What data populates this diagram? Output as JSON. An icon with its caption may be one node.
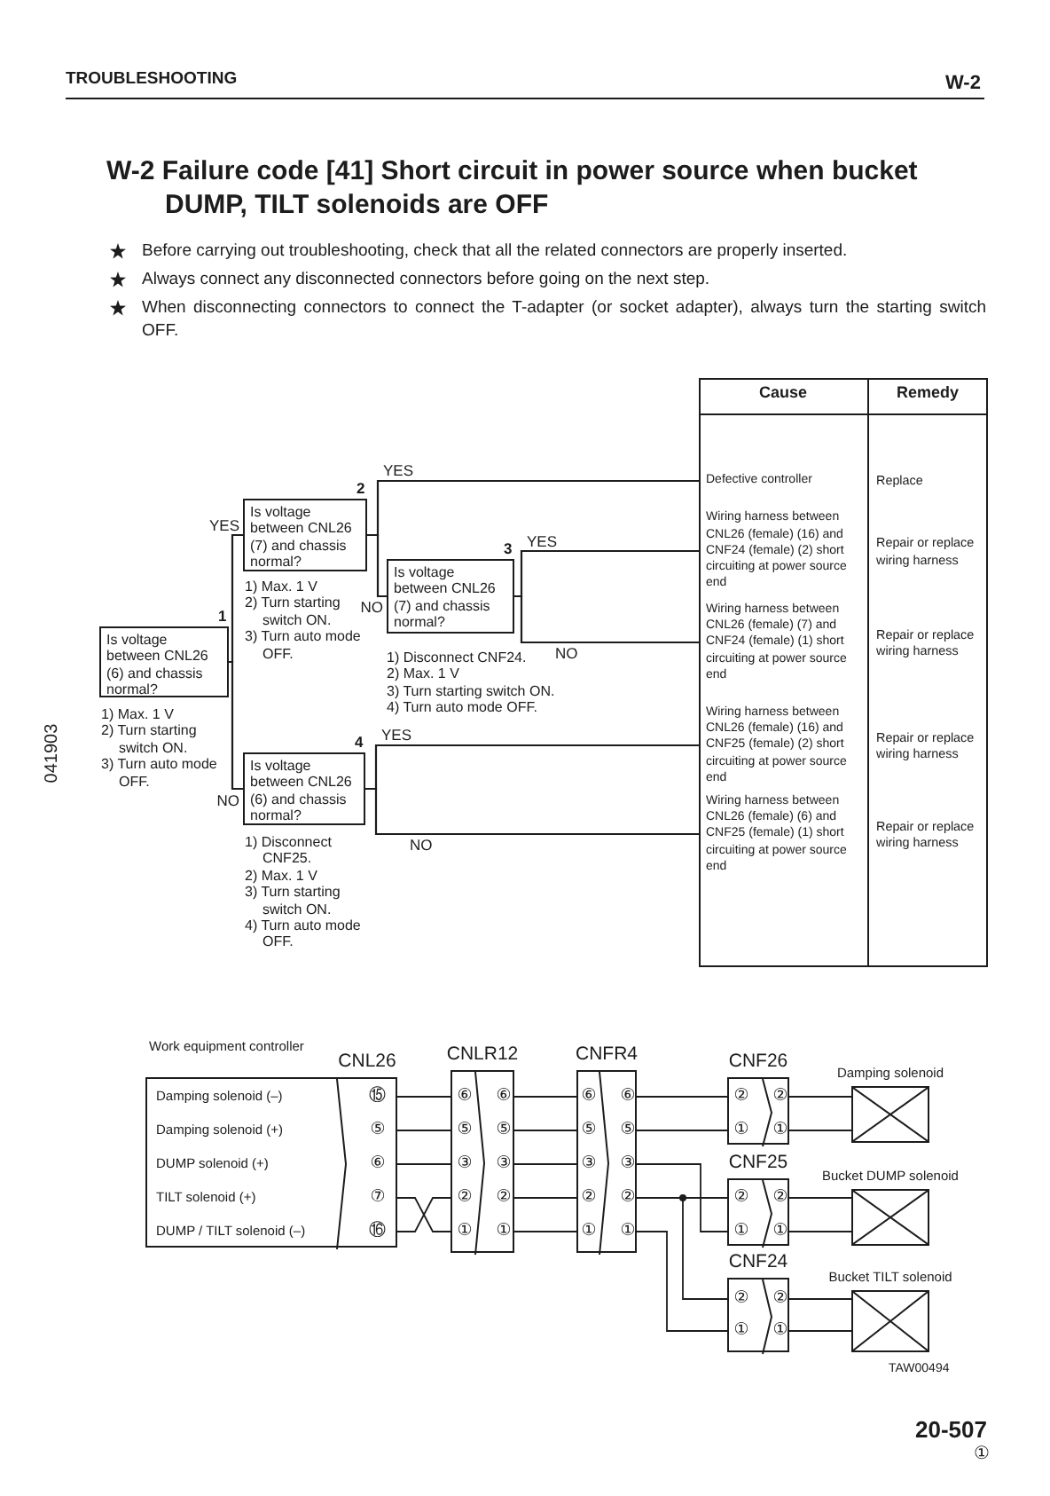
{
  "diagram": {
    "title": "W-2 Failure code [41] Short circuit in power source when bucket DUMP, TILT solenoids are OFF",
    "nodes": [
      {
        "text": [
          "Is voltage between CNL26 (6) and chassis normal?"
        ],
        "beside": [
          "1",
          "1) Max. 1 V",
          "2) Turn starting switch ON.",
          "3) Turn auto mode OFF."
        ]
      },
      {
        "text": [
          "Is voltage between CNL26 (7) and chassis normal?"
        ],
        "beside": [
          "2",
          "1) Max. 1 V",
          "2) Turn starting switch ON.",
          "3) Turn auto mode OFF."
        ]
      },
      {
        "text": [
          "Is voltage between CNL26 (7) and chassis normal?"
        ],
        "beside": [
          "3",
          "1) Disconnect CNF24.",
          "2) Max. 1 V",
          "3) Turn starting switch ON.",
          "4) Turn auto mode OFF."
        ]
      },
      {
        "text": [
          "Is voltage between CNL26 (6) and chassis normal?"
        ],
        "beside": [
          "4",
          "1) Disconnect CNF25.",
          "2) Max. 1 V",
          "3) Turn starting switch ON.",
          "4) Turn auto mode OFF."
        ]
      },
      {
        "text": [
          "Defective controller",
          "Replace"
        ]
      },
      {
        "text": [
          "Wiring harness between CNL26 (female) (16) and CNF24 (female) (2) short circuiting at power source end",
          "Repair or replace wiring harness"
        ]
      },
      {
        "text": [
          "Wiring harness between CNL26 (female) (7) and CNF24 (female) (1) short circuiting at power source end",
          "Repair or replace wiring harness"
        ]
      },
      {
        "text": [
          "Wiring harness between CNL26 (female) (16) and CNF25 (female) (2) short circuiting at power source end",
          "Repair or replace wiring harness"
        ]
      },
      {
        "text": [
          "Wiring harness between CNL26 (female) (6) and CNF25 (female) (1) short circuiting at power source end",
          "Repair or replace wiring harness"
        ]
      },
      {
        "text": [
          "Work equipment controller",
          "Damping solenoid (–)",
          "Damping solenoid (+)",
          "DUMP solenoid (+)",
          "TILT solenoid (+)",
          "DUMP / TILT solenoid (–)"
        ]
      },
      {
        "text": [
          "CNL26",
          "⑮",
          "⑤",
          "⑥",
          "⑦",
          "⑯"
        ]
      },
      {
        "text": [
          "CNLR12",
          "⑥",
          "⑤",
          "③",
          "②",
          "①",
          "⑥",
          "⑤",
          "③",
          "②",
          "①"
        ]
      },
      {
        "text": [
          "CNFR4",
          "⑥",
          "⑤",
          "③",
          "②",
          "①",
          "⑥",
          "⑤",
          "③",
          "②",
          "①"
        ]
      },
      {
        "text": [
          "CNF26",
          "②",
          "①",
          "②",
          "①"
        ]
      },
      {
        "text": [
          "CNF25",
          "②",
          "①",
          "②",
          "①"
        ]
      },
      {
        "text": [
          "CNF24",
          "②",
          "①",
          "②",
          "①"
        ]
      },
      {
        "text": [
          "Damping solenoid"
        ]
      },
      {
        "text": [
          "Bucket DUMP solenoid"
        ]
      },
      {
        "text": [
          "Bucket TILT solenoid"
        ]
      }
    ],
    "edges": [
      {
        "from": 0,
        "to": 1,
        "arrow": "none",
        "label": "YES"
      },
      {
        "from": 0,
        "to": 3,
        "arrow": "none",
        "label": "NO"
      },
      {
        "from": 1,
        "to": 4,
        "arrow": "none",
        "label": "YES"
      },
      {
        "from": 1,
        "to": 2,
        "arrow": "none",
        "label": "NO"
      },
      {
        "from": 2,
        "to": 5,
        "arrow": "none",
        "label": "YES"
      },
      {
        "from": 2,
        "to": 6,
        "arrow": "none",
        "label": "NO"
      },
      {
        "from": 3,
        "to": 7,
        "arrow": "none",
        "label": "YES"
      },
      {
        "from": 3,
        "to": 8,
        "arrow": "none",
        "label": "NO"
      },
      {
        "from": 10,
        "to": 11,
        "arrow": "none"
      },
      {
        "from": 10,
        "to": 11,
        "arrow": "none"
      },
      {
        "from": 10,
        "to": 11,
        "arrow": "none"
      },
      {
        "from": 10,
        "to": 11,
        "arrow": "none"
      },
      {
        "from": 10,
        "to": 11,
        "arrow": "none"
      },
      {
        "from": 11,
        "to": 12,
        "arrow": "none"
      },
      {
        "from": 11,
        "to": 12,
        "arrow": "none"
      },
      {
        "from": 11,
        "to": 12,
        "arrow": "none"
      },
      {
        "from": 11,
        "to": 12,
        "arrow": "none"
      },
      {
        "from": 11,
        "to": 12,
        "arrow": "none"
      },
      {
        "from": 12,
        "to": 13,
        "arrow": "none"
      },
      {
        "from": 12,
        "to": 13,
        "arrow": "none"
      },
      {
        "from": 12,
        "to": 14,
        "arrow": "none"
      },
      {
        "from": 12,
        "to": 14,
        "arrow": "none"
      },
      {
        "from": 12,
        "to": 15,
        "arrow": "none"
      },
      {
        "from": 12,
        "to": 15,
        "arrow": "none"
      },
      {
        "from": 13,
        "to": 16,
        "arrow": "none"
      },
      {
        "from": 13,
        "to": 16,
        "arrow": "none"
      },
      {
        "from": 14,
        "to": 17,
        "arrow": "none"
      },
      {
        "from": 14,
        "to": 17,
        "arrow": "none"
      },
      {
        "from": 15,
        "to": 18,
        "arrow": "none"
      },
      {
        "from": 15,
        "to": 18,
        "arrow": "none"
      }
    ],
    "labels": [
      "TROUBLESHOOTING",
      "W-2",
      "Before carrying out troubleshooting, check that all the related connectors are properly inserted.",
      "Always connect any disconnected connectors before going on the next step.",
      "When disconnecting connectors to connect the T-adapter (or socket adapter), always turn the starting switch OFF.",
      "Cause",
      "Remedy",
      "041903",
      "TAW00494",
      "20-507",
      "①"
    ]
  }
}
